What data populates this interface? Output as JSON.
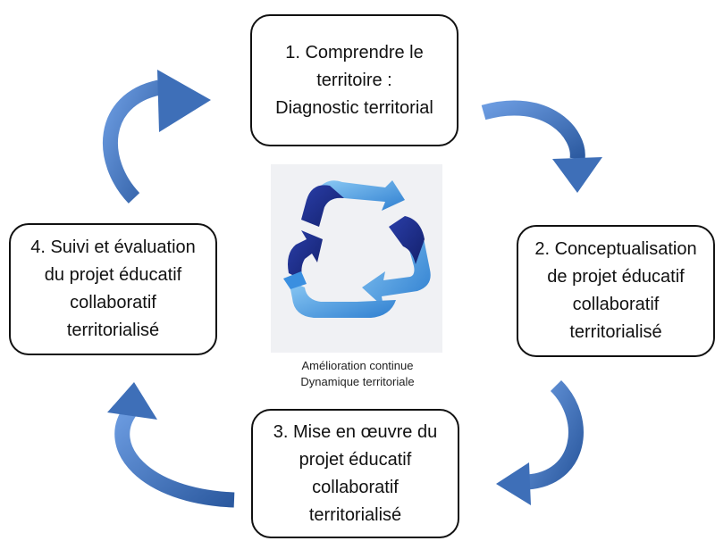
{
  "steps": [
    {
      "label": "1. Comprendre le\nterritoire :\nDiagnostic territorial"
    },
    {
      "label": "2. Conceptualisation\nde projet éducatif\ncollaboratif\nterritorialisé"
    },
    {
      "label": "3. Mise en œuvre du\nprojet éducatif\ncollaboratif\nterritorialisé"
    },
    {
      "label": "4. Suivi et évaluation\ndu projet éducatif\ncollaboratif\nterritorialisé"
    }
  ],
  "center": {
    "icon": "recycle-icon",
    "caption_line1": "Amélioration continue",
    "caption_line2": "Dynamique territoriale"
  },
  "colors": {
    "arrow_dark": "#2f5e9e",
    "arrow_light": "#5b8fd6",
    "recycle_dark": "#1d2f8c",
    "recycle_light": "#4da3e8",
    "border": "#111111"
  }
}
